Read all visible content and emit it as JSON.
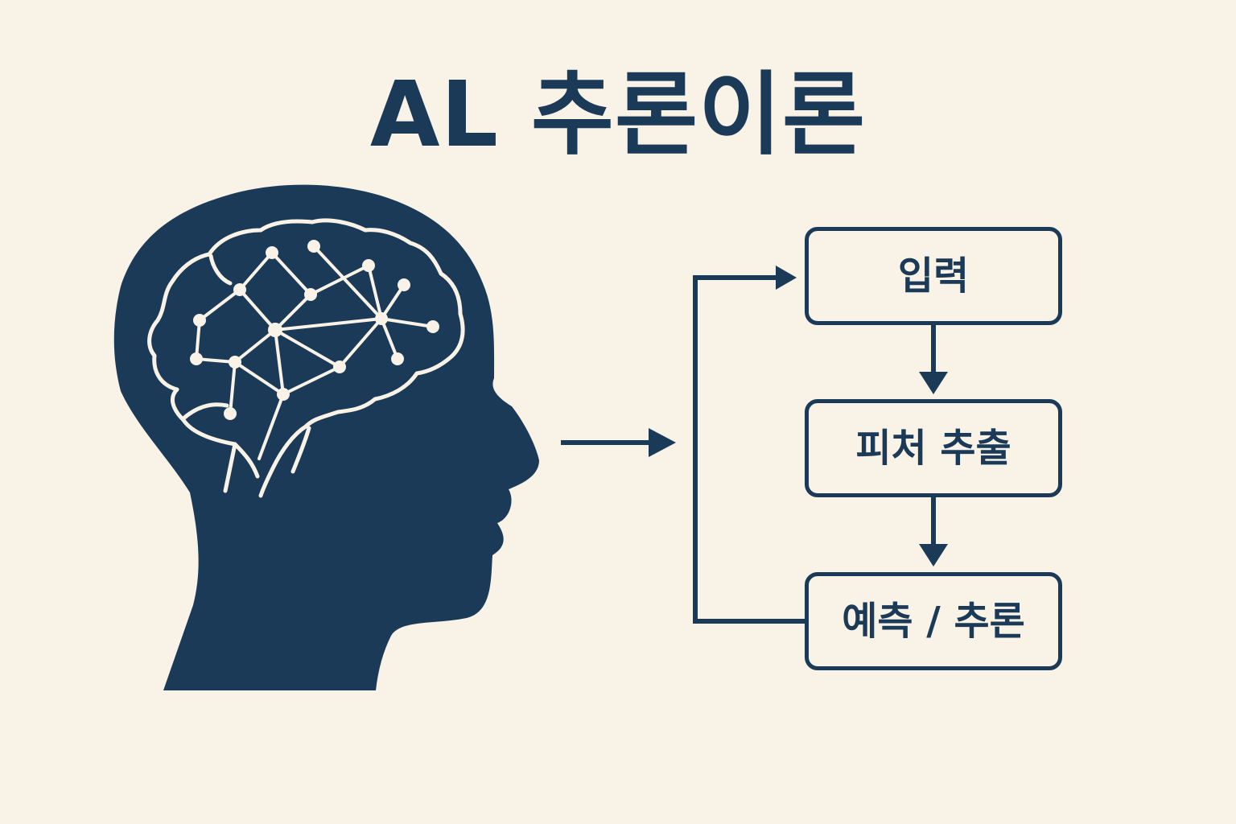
{
  "title": "AL 추론이론",
  "flow": {
    "steps": [
      {
        "label": "입력"
      },
      {
        "label": "피처 추출"
      },
      {
        "label": "예측 / 추론"
      }
    ]
  },
  "colors": {
    "background": "#f8f2e7",
    "primary": "#1b3a57",
    "accent": "#f8f2e7"
  },
  "icons": {
    "head": "head-silhouette-icon",
    "brain": "brain-network-icon",
    "arrow": "right-arrow-icon"
  }
}
